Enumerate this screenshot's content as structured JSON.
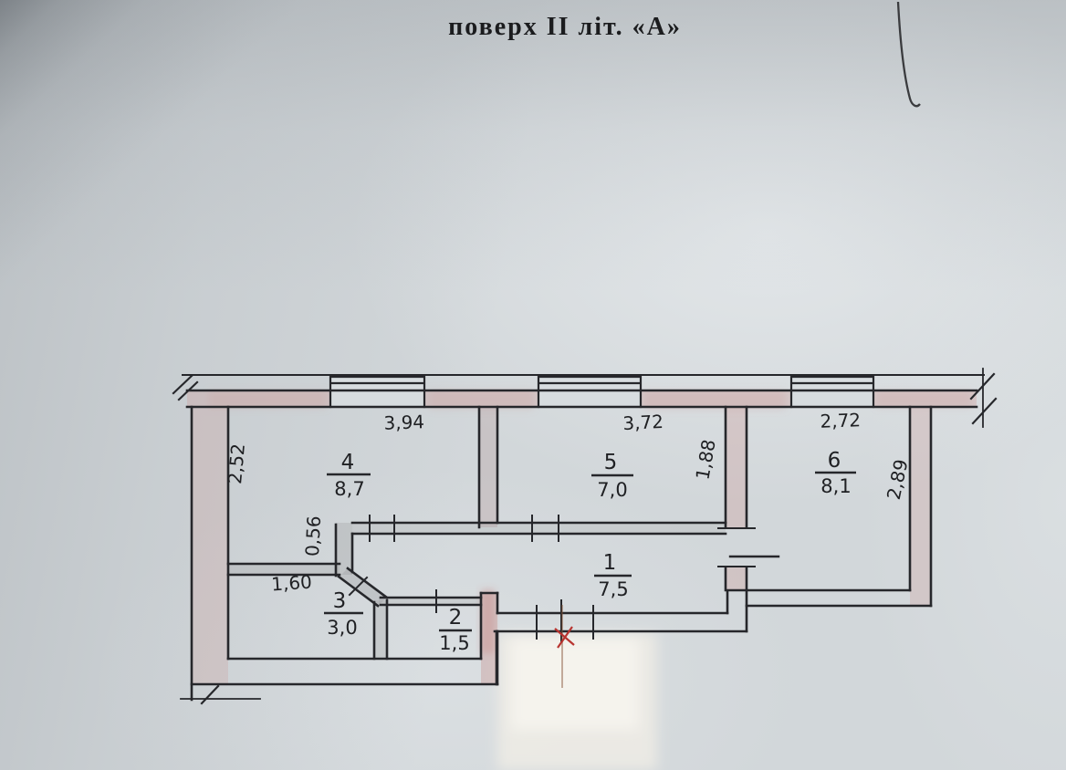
{
  "title": "поверх II  літ. «А»",
  "plan": {
    "rooms": [
      {
        "number": "1",
        "area": "7,5"
      },
      {
        "number": "2",
        "area": "1,5"
      },
      {
        "number": "3",
        "area": "3,0"
      },
      {
        "number": "4",
        "area": "8,7"
      },
      {
        "number": "5",
        "area": "7,0"
      },
      {
        "number": "6",
        "area": "8,1"
      }
    ],
    "dims": {
      "room4_width": "3,94",
      "room5_width": "3,72",
      "room6_width": "2,72",
      "room4_height": "2,52",
      "room5_height": "1,88",
      "room6_height": "2,89",
      "niche": "0,56",
      "room3_width": "1,60"
    }
  },
  "colors": {
    "ink": "#26272b",
    "wall_fill": "#cf9f9d",
    "paper": "#d2d7da",
    "red_mark": "#b83430"
  }
}
